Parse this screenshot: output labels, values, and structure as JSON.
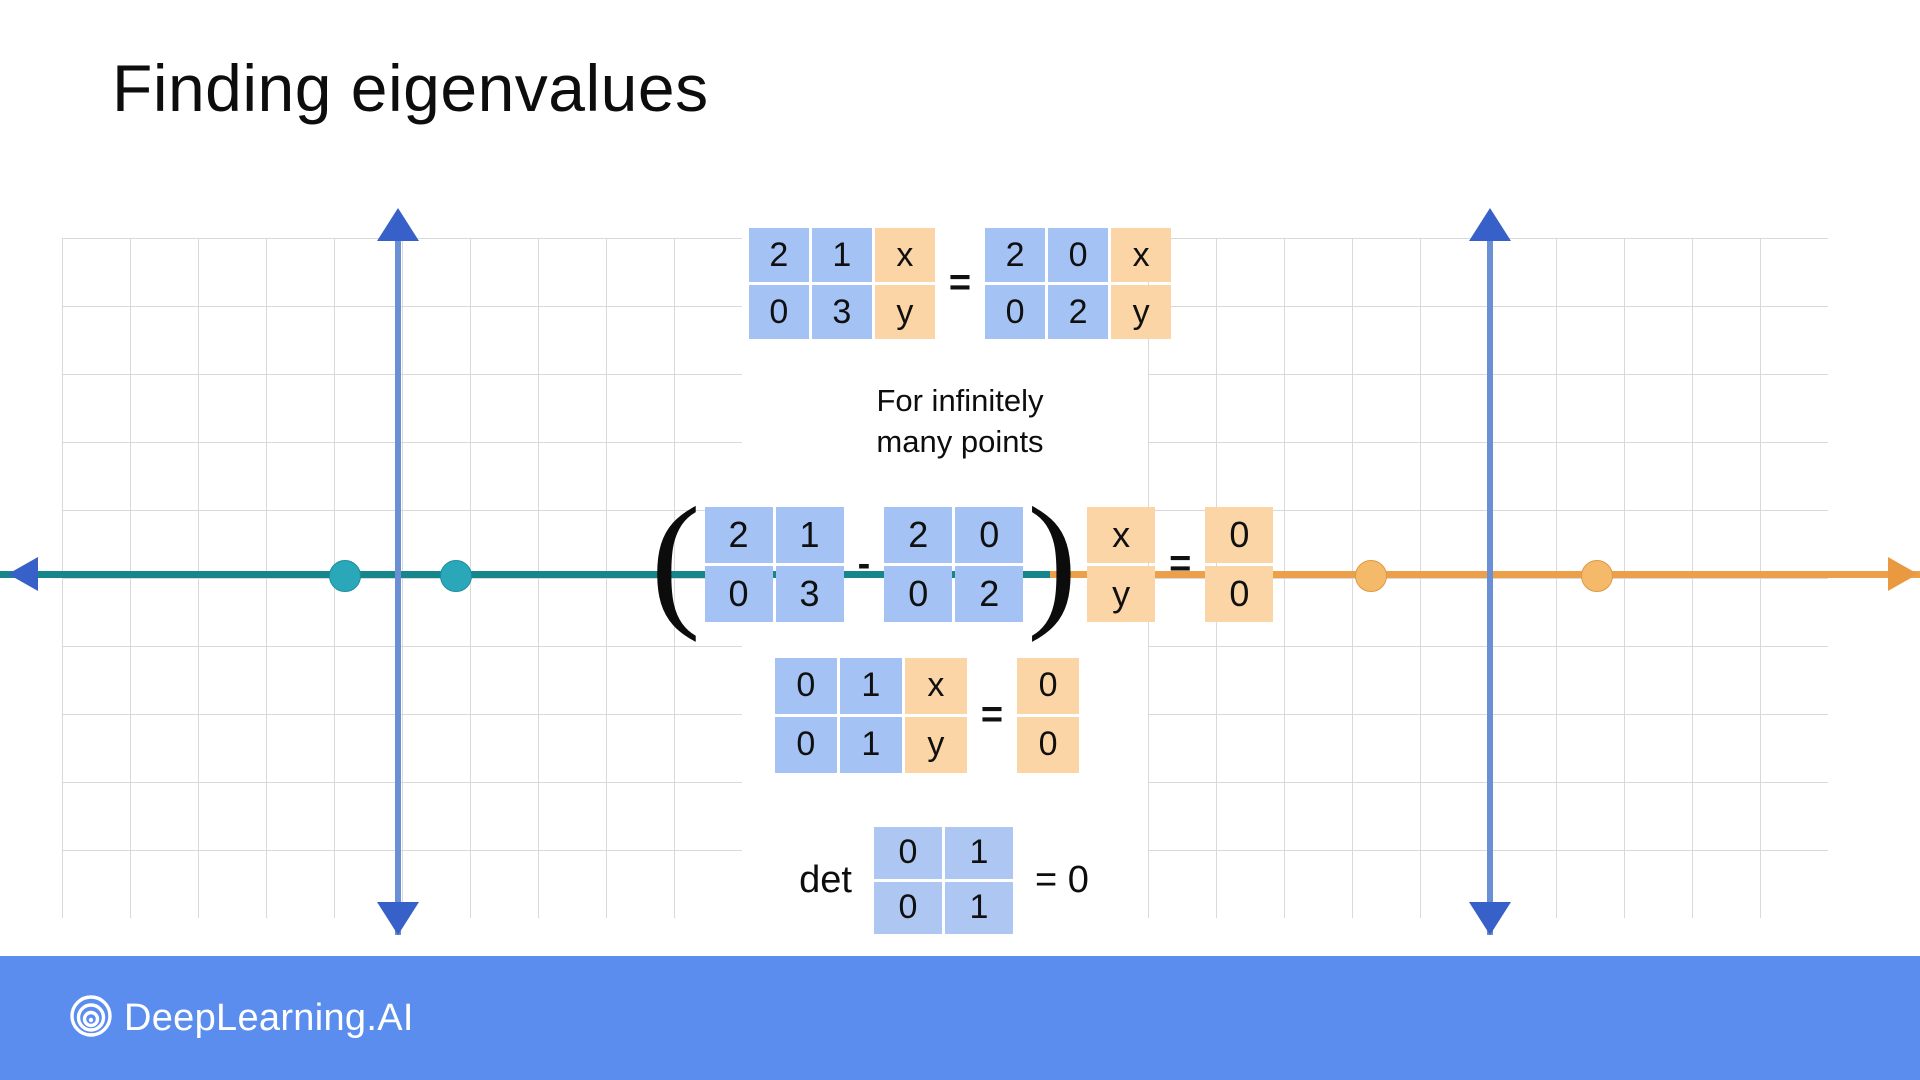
{
  "slide": {
    "title": "Finding eigenvalues"
  },
  "annotation": {
    "line1": "For infinitely many points",
    "line1_a": "For infinitely",
    "line1_b": "many points"
  },
  "equations": {
    "row1": {
      "matrix_a": [
        [
          "2",
          "1"
        ],
        [
          "0",
          "3"
        ]
      ],
      "vector_a": [
        [
          "x"
        ],
        [
          "y"
        ]
      ],
      "operator": "=",
      "matrix_b": [
        [
          "2",
          "0"
        ],
        [
          "0",
          "2"
        ]
      ],
      "vector_b": [
        [
          "x"
        ],
        [
          "y"
        ]
      ]
    },
    "row2": {
      "open_paren": "(",
      "matrix_a": [
        [
          "2",
          "1"
        ],
        [
          "0",
          "3"
        ]
      ],
      "minus": "-",
      "matrix_b": [
        [
          "2",
          "0"
        ],
        [
          "0",
          "2"
        ]
      ],
      "close_paren": ")",
      "vector": [
        [
          "x"
        ],
        [
          "y"
        ]
      ],
      "equals": "=",
      "result": [
        [
          "0"
        ],
        [
          "0"
        ]
      ]
    },
    "row3": {
      "matrix": [
        [
          "0",
          "1"
        ],
        [
          "0",
          "1"
        ]
      ],
      "vector": [
        [
          "x"
        ],
        [
          "y"
        ]
      ],
      "equals": "=",
      "result": [
        [
          "0"
        ],
        [
          "0"
        ]
      ]
    },
    "row4": {
      "det_label": "det",
      "matrix": [
        [
          "0",
          "1"
        ],
        [
          "0",
          "1"
        ]
      ],
      "result": "= 0"
    }
  },
  "footer": {
    "brand": "DeepLearning.AI",
    "logo_icon": "deeplearning-swirl-logo",
    "background_color": "#5b8def"
  },
  "colors": {
    "matrix_blue": "#a4c2f4",
    "matrix_orange": "#fbd5a5",
    "axis_teal": "#17858c",
    "axis_orange": "#eda04a",
    "axis_vertical_blue": "#6a8fd4",
    "point_teal": "#2aa7b8",
    "point_orange": "#f5b96a",
    "grid_line": "#d9d9d9",
    "title_text": "#0d0d0d"
  },
  "chart_data": {
    "type": "scatter",
    "title": "Finding eigenvalues",
    "xlabel": "",
    "ylabel": "",
    "grid": true,
    "legend": "none",
    "panels": [
      {
        "name": "left-eigenline",
        "line_color": "#17858c",
        "line_orientation": "horizontal",
        "vertical_axis_color": "#6a8fd4",
        "points": [
          {
            "label": "teal-point-1",
            "color": "#2aa7b8"
          },
          {
            "label": "teal-point-2",
            "color": "#2aa7b8"
          }
        ]
      },
      {
        "name": "right-eigenline",
        "line_color": "#eda04a",
        "line_orientation": "horizontal",
        "vertical_axis_color": "#6a8fd4",
        "points": [
          {
            "label": "orange-point-1",
            "color": "#f5b96a"
          },
          {
            "label": "orange-point-2",
            "color": "#f5b96a"
          }
        ]
      }
    ]
  }
}
